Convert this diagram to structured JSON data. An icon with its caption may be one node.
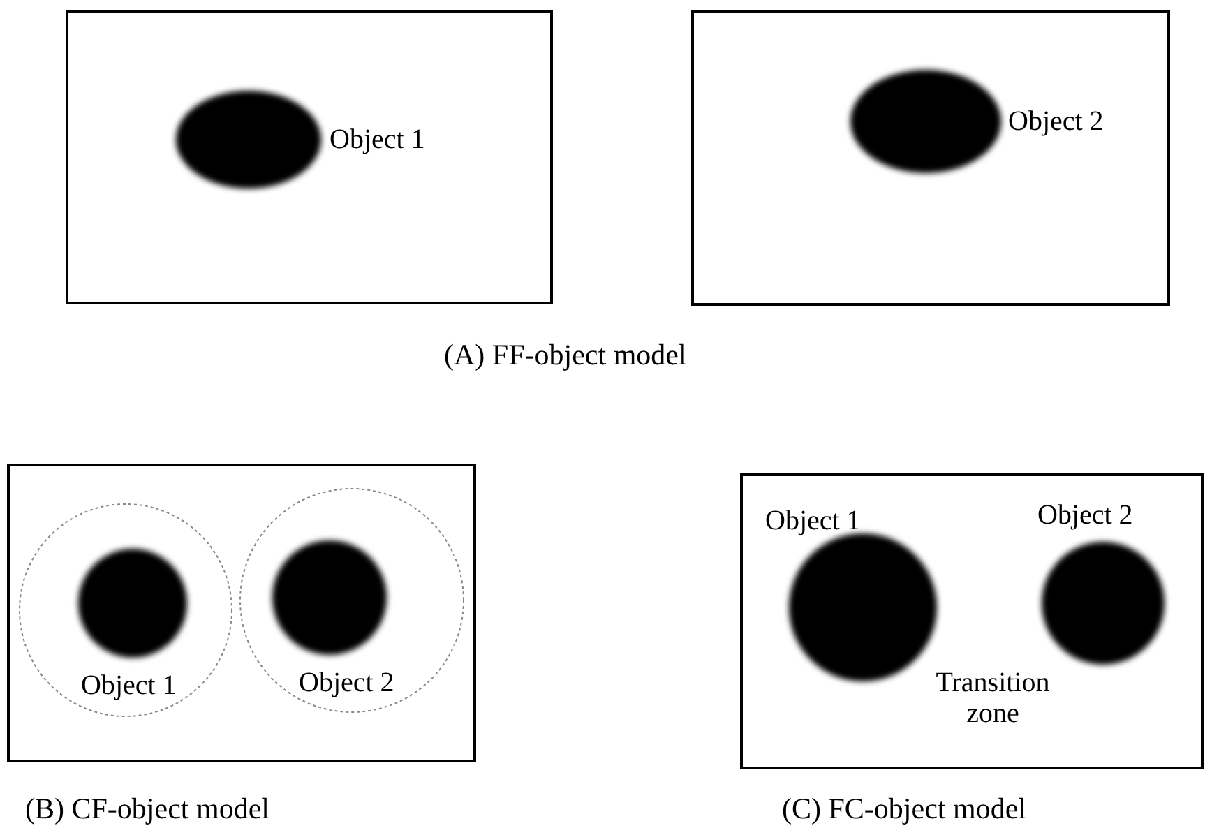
{
  "diagram": {
    "labels": [
      "Object 1",
      "Object 2",
      "(A) FF-object model",
      "Object 1",
      "Object 2",
      "Object 1",
      "Object 2",
      "Transition zone",
      "(B) CF-object model",
      "(C) FC-object model"
    ]
  }
}
